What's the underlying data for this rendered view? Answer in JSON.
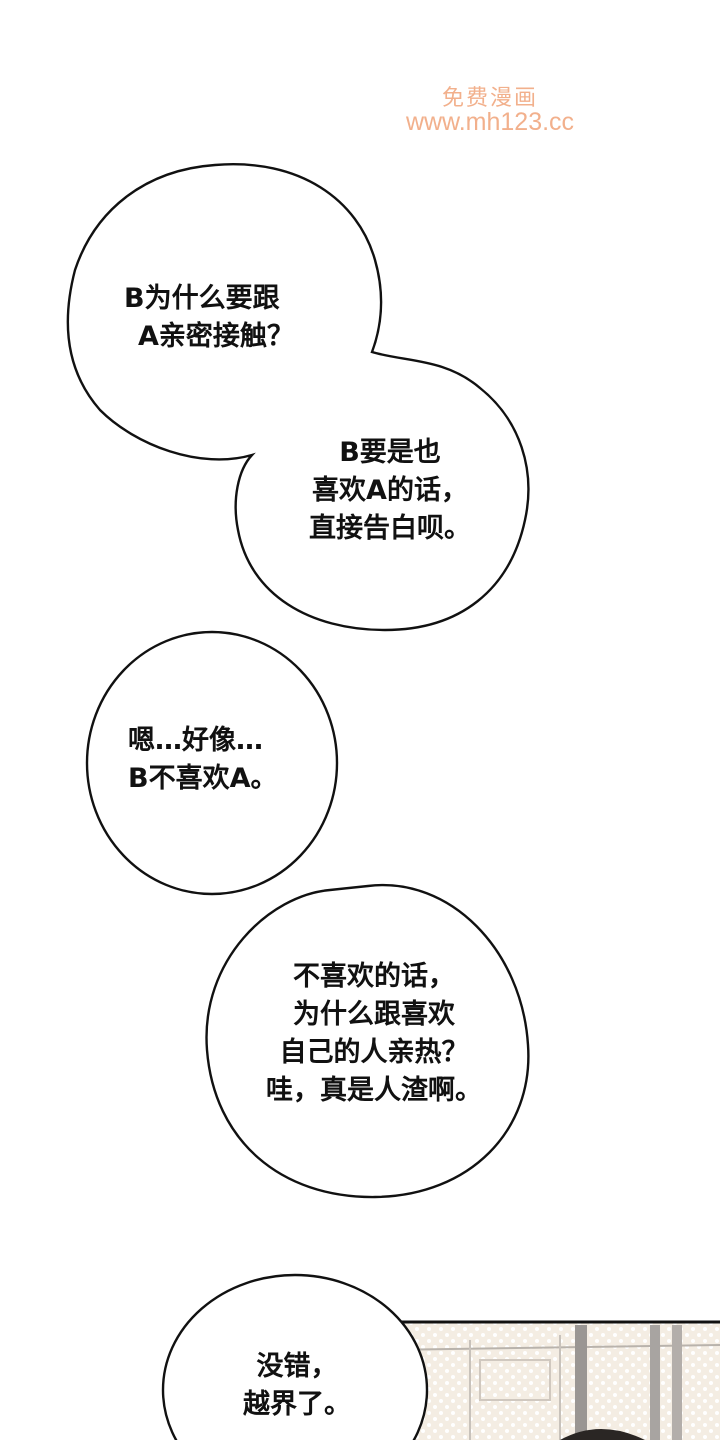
{
  "watermark": {
    "line1": "免费漫画",
    "line2": "www.mh123.cc"
  },
  "bubbles": [
    {
      "lines": [
        "B为什么要跟",
        "A亲密接触？"
      ]
    },
    {
      "lines": [
        "B要是也",
        "喜欢A的话，",
        "直接告白呗。"
      ]
    },
    {
      "lines": [
        "嗯…好像…",
        "B不喜欢A。"
      ]
    },
    {
      "lines": [
        "不喜欢的话，",
        "为什么跟喜欢",
        "自己的人亲热？",
        "哇，真是人渣啊。"
      ]
    },
    {
      "lines": [
        "没错，",
        "越界了。"
      ]
    }
  ]
}
